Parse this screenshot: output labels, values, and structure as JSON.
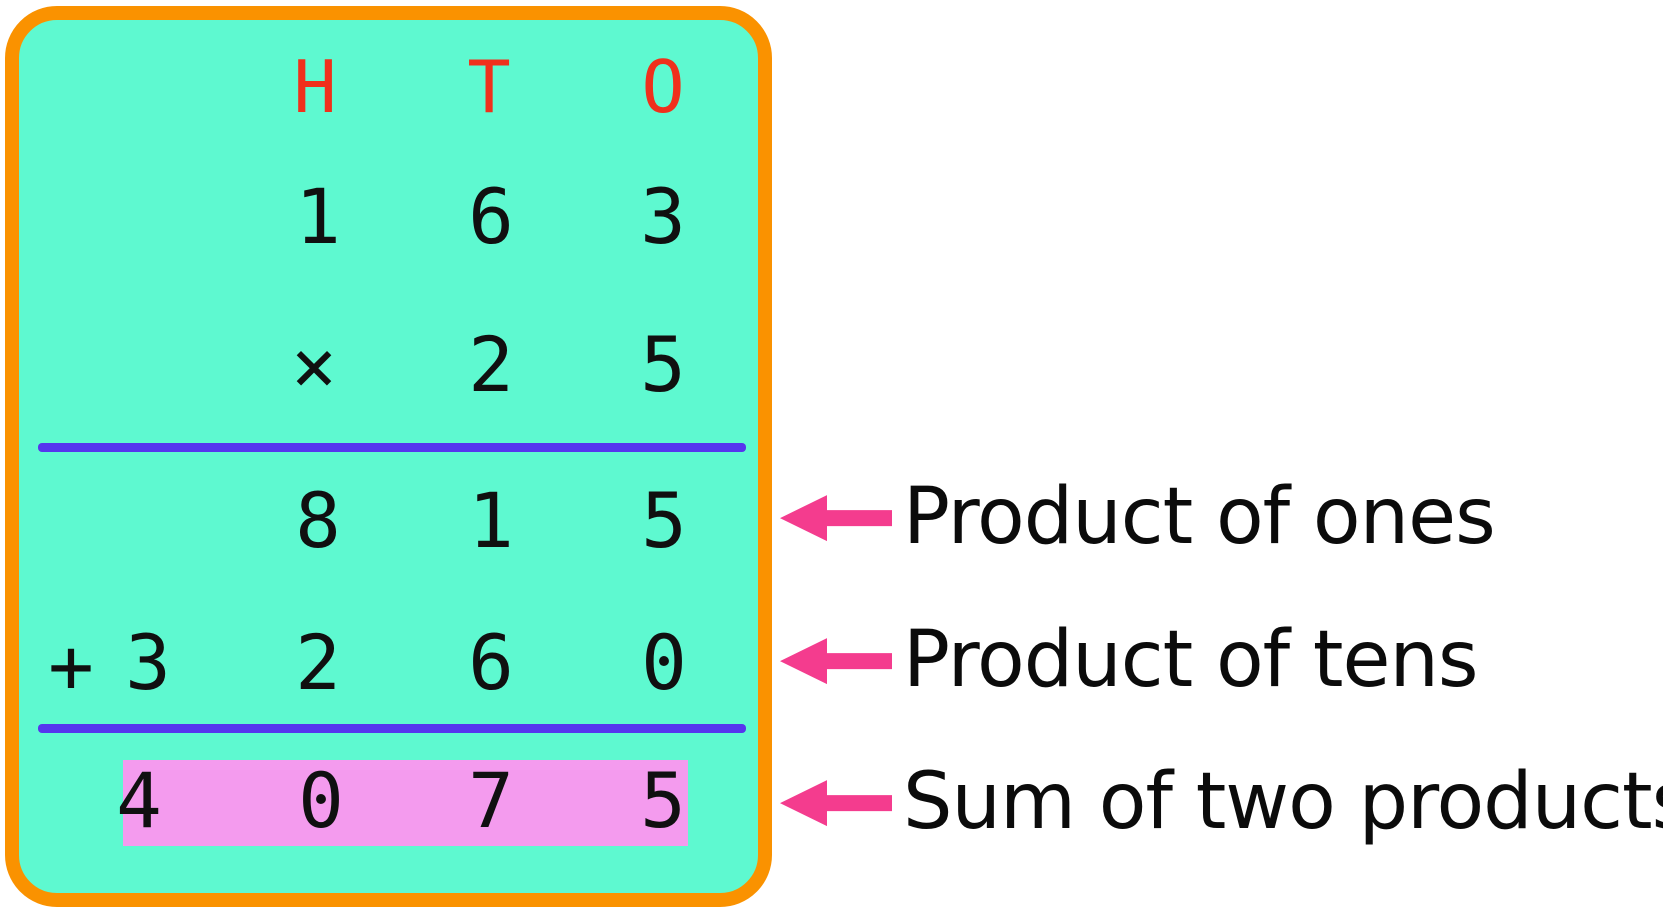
{
  "panel": {
    "column_headers": [
      "H",
      "T",
      "O"
    ],
    "rows": {
      "multiplicand": [
        "1",
        "6",
        "3"
      ],
      "multiply_sign": "×",
      "multiplier": [
        "2",
        "5"
      ],
      "product_ones": [
        "8",
        "1",
        "5"
      ],
      "plus_sign": "+",
      "product_tens": [
        "3",
        "2",
        "6",
        "0"
      ],
      "sum": [
        "4",
        "0",
        "7",
        "5"
      ]
    }
  },
  "annotations": [
    {
      "label": "Product of ones"
    },
    {
      "label": "Product of tens"
    },
    {
      "label": "Sum of two products"
    }
  ],
  "colors": {
    "panel_background": "#5EF9D0",
    "panel_border": "#FA9200",
    "column_header_text": "#F0301C",
    "rule_line": "#5636EE",
    "arrow": "#F43C8E",
    "sum_highlight": "#F49BEE",
    "digit_text": "#101010"
  }
}
